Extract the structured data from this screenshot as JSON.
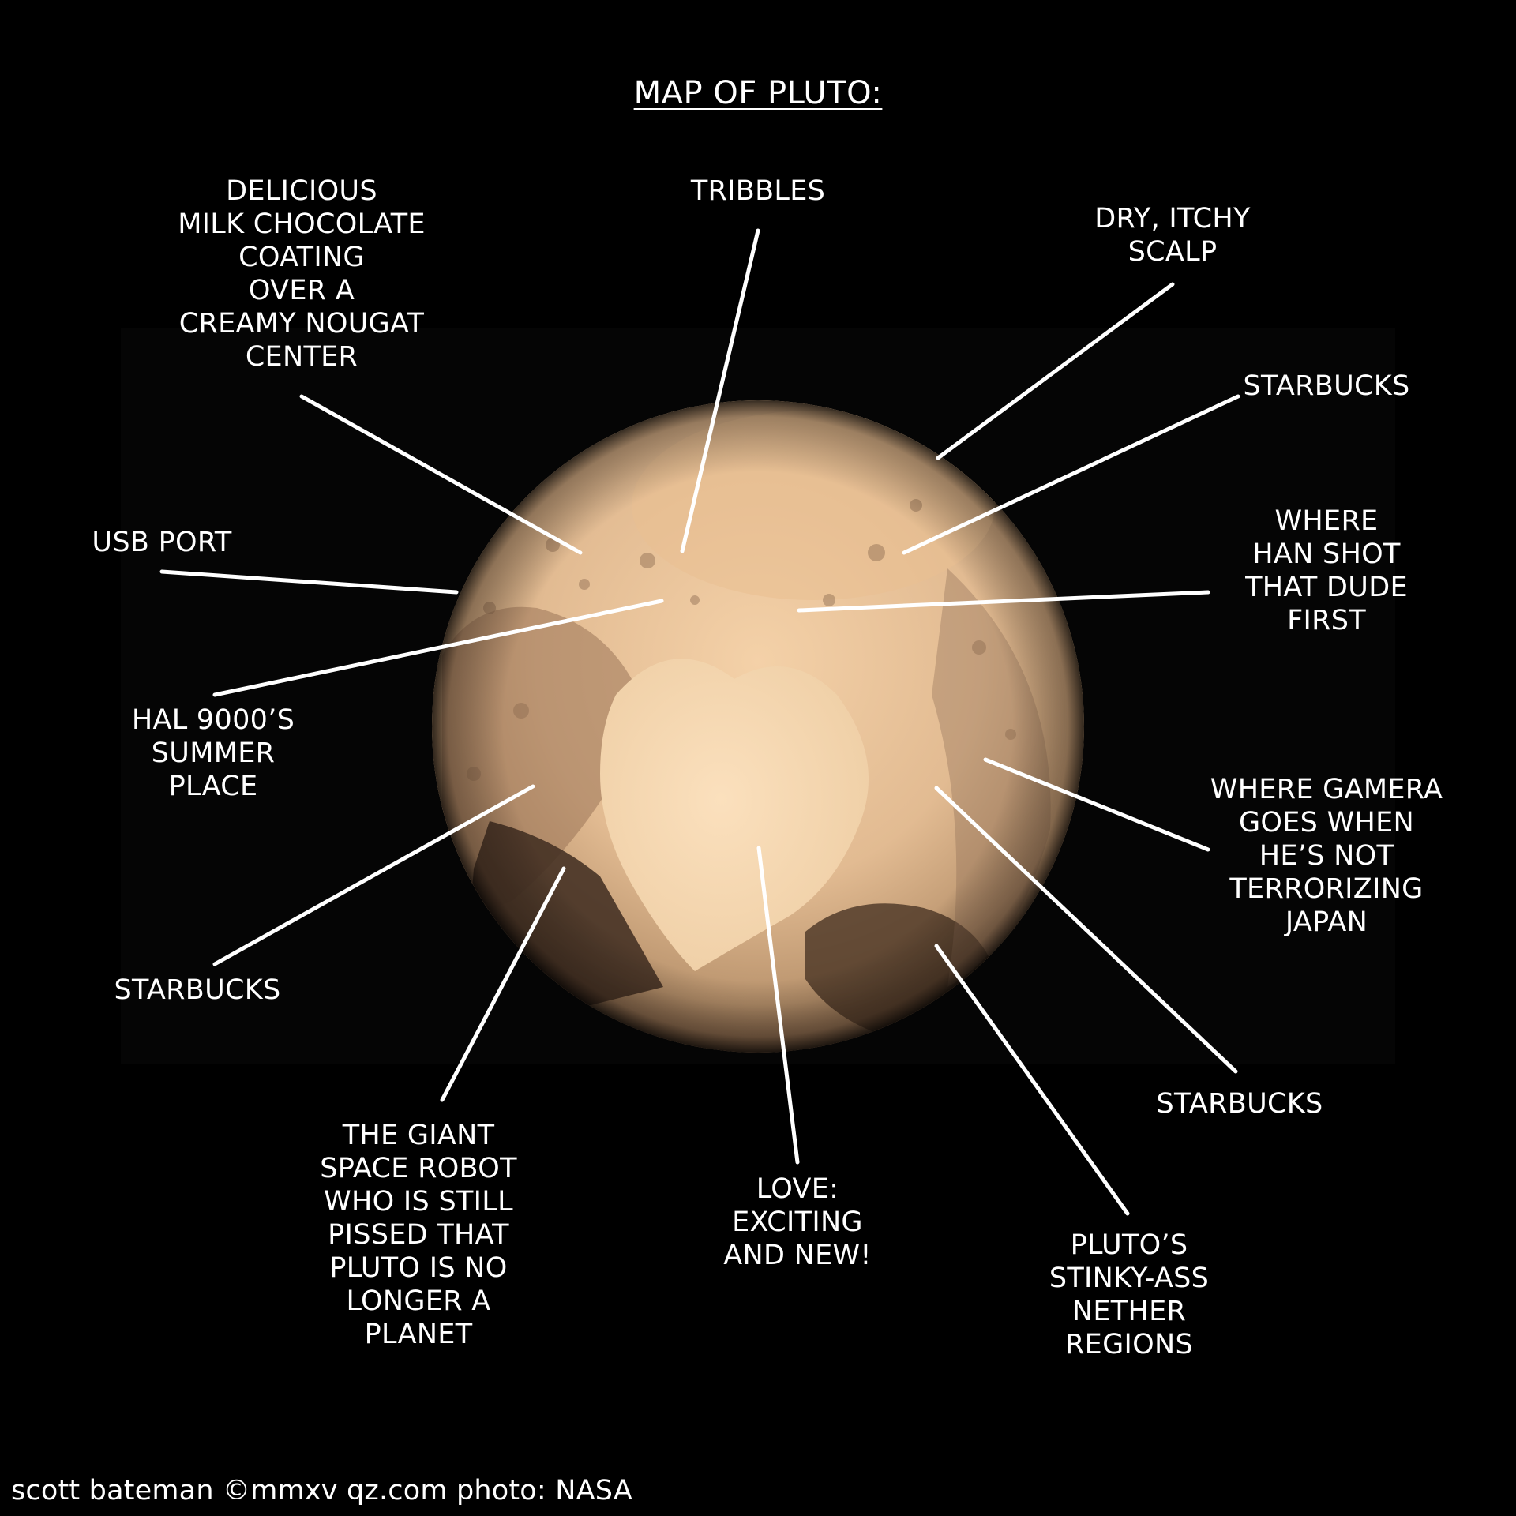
{
  "title": "MAP OF PLUTO:",
  "labels": {
    "chocolate": "DELICIOUS\nMILK CHOCOLATE\nCOATING\nOVER A\nCREAMY NOUGAT\nCENTER",
    "tribbles": "TRIBBLES",
    "scalp": "DRY, ITCHY\nSCALP",
    "starbucks_ne": "STARBUCKS",
    "usb": "USB PORT",
    "han": "WHERE\nHAN SHOT\nTHAT DUDE\nFIRST",
    "hal": "HAL 9000’S\nSUMMER\nPLACE",
    "gamera": "WHERE GAMERA\nGOES WHEN\nHE’S NOT\nTERRORIZING\nJAPAN",
    "starbucks_sw": "STARBUCKS",
    "starbucks_se": "STARBUCKS",
    "robot": "THE GIANT\nSPACE ROBOT\nWHO IS STILL\nPISSED THAT\nPLUTO IS NO\nLONGER A\nPLANET",
    "love": "LOVE:\nEXCITING\nAND NEW!",
    "nether": "PLUTO’S\nSTINKY-ASS\nNETHER\nREGIONS"
  },
  "credit": "scott bateman ©mmxv qz.com photo: NASA",
  "colors": {
    "background": "#000000",
    "text": "#ffffff",
    "planet_light": "#f6d7b0",
    "planet_mid": "#d4aa80",
    "planet_dark": "#5a4030"
  }
}
